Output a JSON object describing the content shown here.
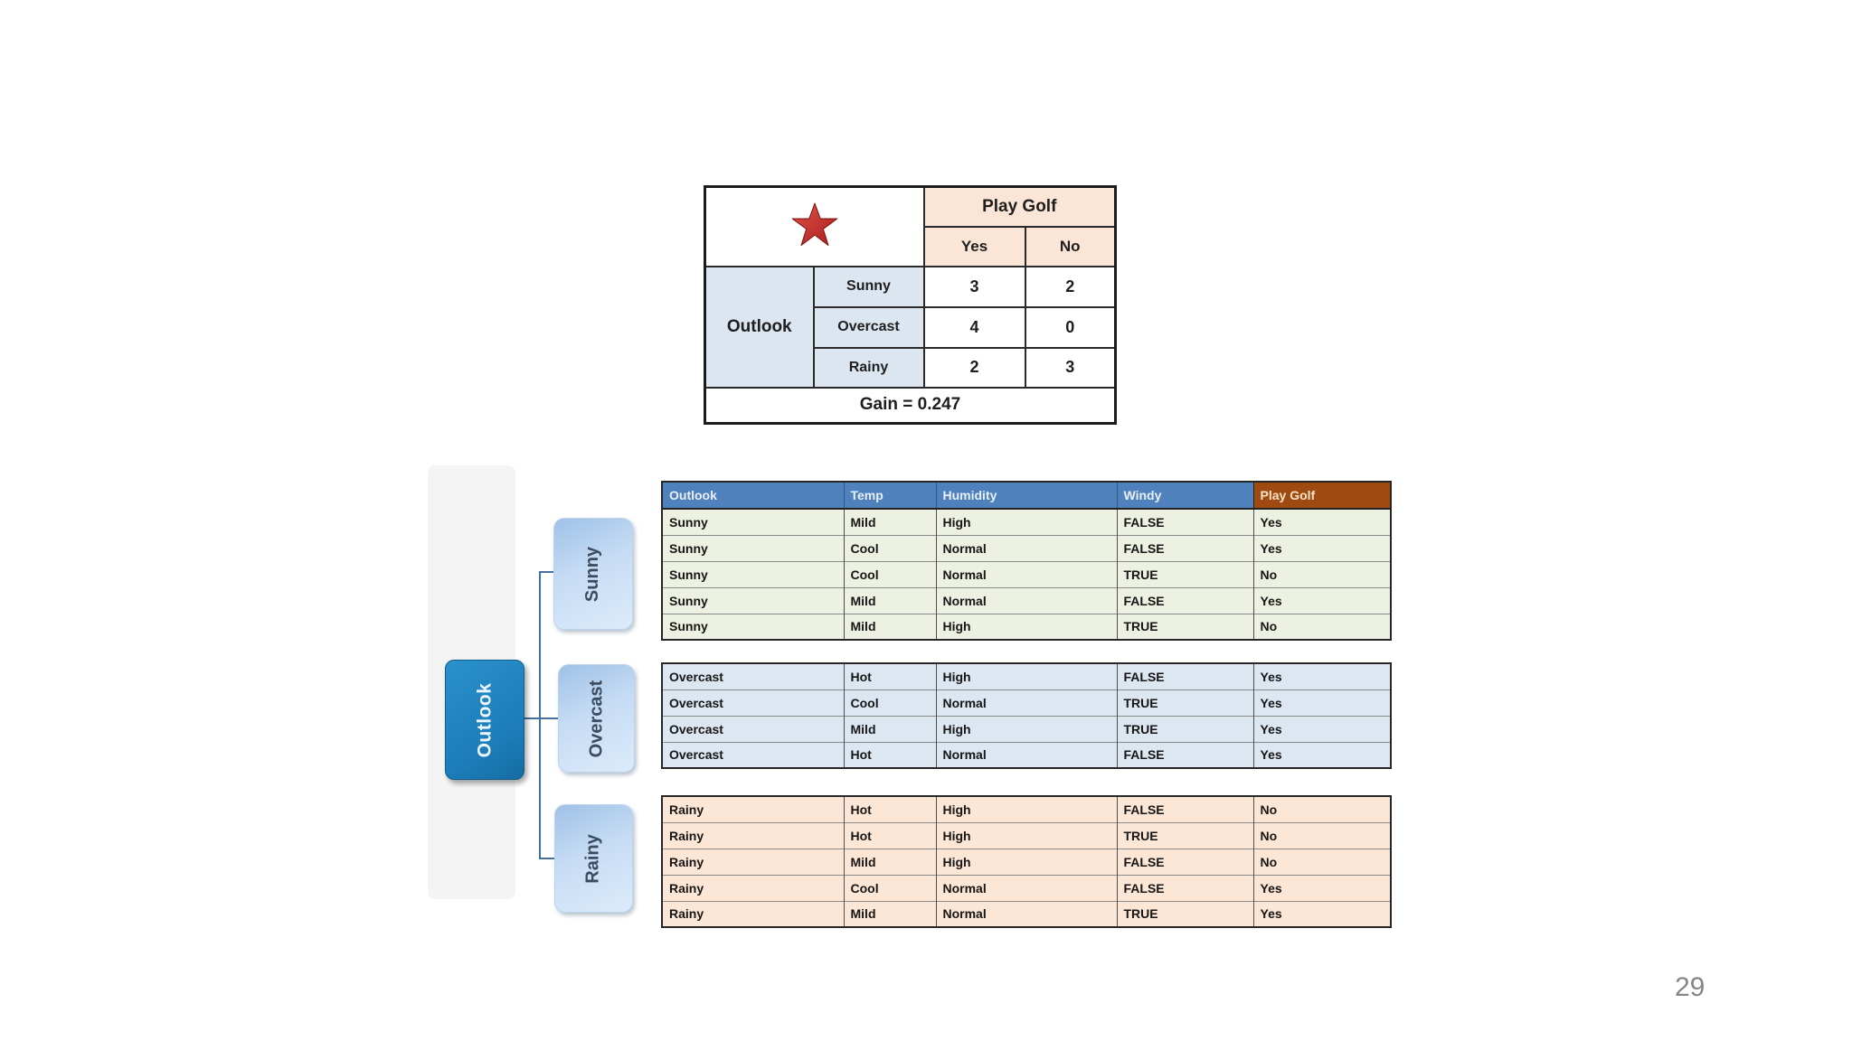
{
  "slide": {
    "page_number": "29"
  },
  "colors": {
    "header_blue": "#4f81bd",
    "header_orange": "#9e4a10",
    "peach": "#fbe5d6",
    "light_blue_gray": "#dce6f1",
    "sunny_row_bg": "#edf1e1",
    "overcast_row_bg": "#dde7f2",
    "rainy_row_bg": "#fce6d5",
    "root_node_blue": "#1b7cb8",
    "child_node_blue": "#c6dcf4",
    "connector_blue": "#456f9e",
    "star_red": "#c8281f"
  },
  "summary_table": {
    "star_icon": "red-star",
    "play_golf_header": "Play Golf",
    "yes_header": "Yes",
    "no_header": "No",
    "group_label": "Outlook",
    "rows": [
      {
        "category": "Sunny",
        "yes": "3",
        "no": "2"
      },
      {
        "category": "Overcast",
        "yes": "4",
        "no": "0"
      },
      {
        "category": "Rainy",
        "yes": "2",
        "no": "3"
      }
    ],
    "gain_label": "Gain = 0.247"
  },
  "tree": {
    "root_label": "Outlook",
    "child_labels": [
      "Sunny",
      "Overcast",
      "Rainy"
    ]
  },
  "dataset": {
    "columns": [
      "Outlook",
      "Temp",
      "Humidity",
      "Windy",
      "Play Golf"
    ],
    "sunny_rows": [
      [
        "Sunny",
        "Mild",
        "High",
        "FALSE",
        "Yes"
      ],
      [
        "Sunny",
        "Cool",
        "Normal",
        "FALSE",
        "Yes"
      ],
      [
        "Sunny",
        "Cool",
        "Normal",
        "TRUE",
        "No"
      ],
      [
        "Sunny",
        "Mild",
        "Normal",
        "FALSE",
        "Yes"
      ],
      [
        "Sunny",
        "Mild",
        "High",
        "TRUE",
        "No"
      ]
    ],
    "overcast_rows": [
      [
        "Overcast",
        "Hot",
        "High",
        "FALSE",
        "Yes"
      ],
      [
        "Overcast",
        "Cool",
        "Normal",
        "TRUE",
        "Yes"
      ],
      [
        "Overcast",
        "Mild",
        "High",
        "TRUE",
        "Yes"
      ],
      [
        "Overcast",
        "Hot",
        "Normal",
        "FALSE",
        "Yes"
      ]
    ],
    "rainy_rows": [
      [
        "Rainy",
        "Hot",
        "High",
        "FALSE",
        "No"
      ],
      [
        "Rainy",
        "Hot",
        "High",
        "TRUE",
        "No"
      ],
      [
        "Rainy",
        "Mild",
        "High",
        "FALSE",
        "No"
      ],
      [
        "Rainy",
        "Cool",
        "Normal",
        "FALSE",
        "Yes"
      ],
      [
        "Rainy",
        "Mild",
        "Normal",
        "TRUE",
        "Yes"
      ]
    ]
  }
}
